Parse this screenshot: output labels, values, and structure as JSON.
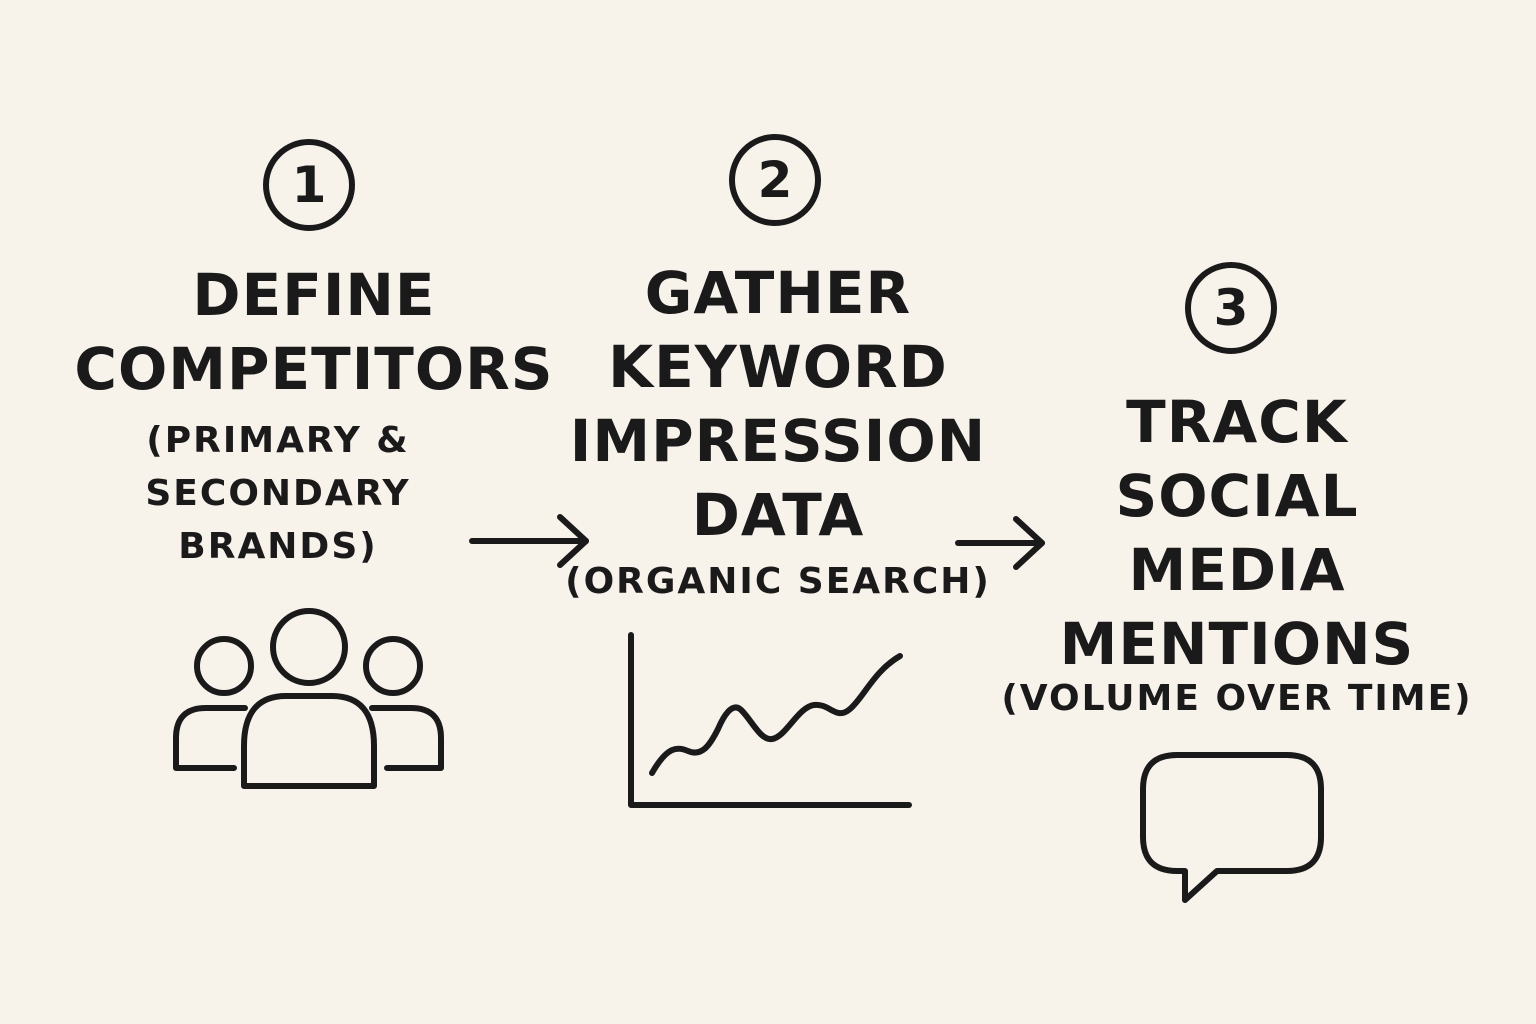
{
  "colors": {
    "background": "#f7f2ea",
    "ink": "#1a1a1a"
  },
  "steps": [
    {
      "number": "1",
      "title_lines": [
        "DEFINE",
        "COMPETITORS"
      ],
      "subtitle_lines": [
        "(PRIMARY &",
        "SECONDARY",
        "BRANDS)"
      ],
      "icon": "people-group-icon"
    },
    {
      "number": "2",
      "title_lines": [
        "GATHER",
        "KEYWORD",
        "IMPRESSION",
        "DATA"
      ],
      "subtitle_lines": [
        "(ORGANIC SEARCH)"
      ],
      "icon": "line-chart-icon"
    },
    {
      "number": "3",
      "title_lines": [
        "TRACK",
        "SOCIAL",
        "MEDIA",
        "MENTIONS"
      ],
      "subtitle_lines": [
        "(VOLUME OVER TIME)"
      ],
      "icon": "speech-bubble-icon"
    }
  ],
  "connectors": [
    "arrow-right-icon",
    "arrow-right-icon"
  ]
}
